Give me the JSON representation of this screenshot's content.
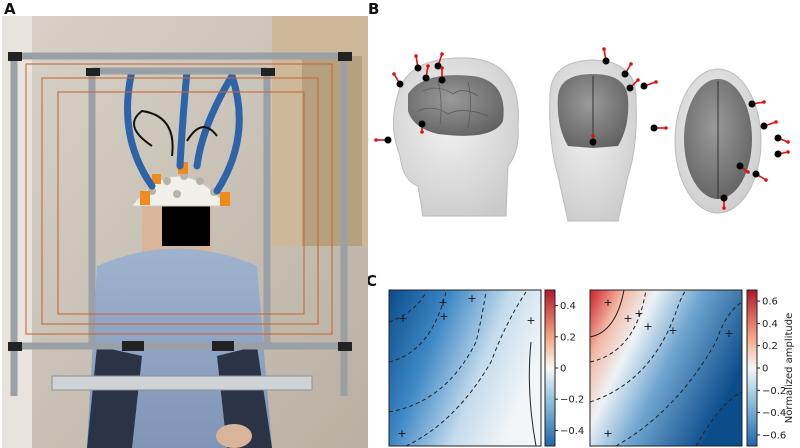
{
  "figure": {
    "panels": [
      {
        "letter": "A"
      },
      {
        "letter": "B"
      },
      {
        "letter": "C"
      }
    ]
  },
  "colormaps": {
    "left": {
      "ticks": [
        "0.4",
        "0.2",
        "0",
        "−0.2",
        "−0.4"
      ],
      "tick_values": [
        0.4,
        0.2,
        0,
        -0.2,
        -0.4
      ],
      "range": [
        -0.5,
        0.5
      ]
    },
    "right": {
      "ticks": [
        "0.6",
        "0.4",
        "0.2",
        "0",
        "−0.2",
        "−0.4",
        "−0.6"
      ],
      "tick_values": [
        0.6,
        0.4,
        0.2,
        0,
        -0.2,
        -0.4,
        -0.6
      ],
      "range": [
        -0.7,
        0.7
      ],
      "label": "Normalized amplitude"
    }
  },
  "colors": {
    "positive": "#c8102e",
    "neutral": "#f7f7f7",
    "negative": "#0c4e8c",
    "sensor": "#000000",
    "arrow": "#e01010"
  }
}
